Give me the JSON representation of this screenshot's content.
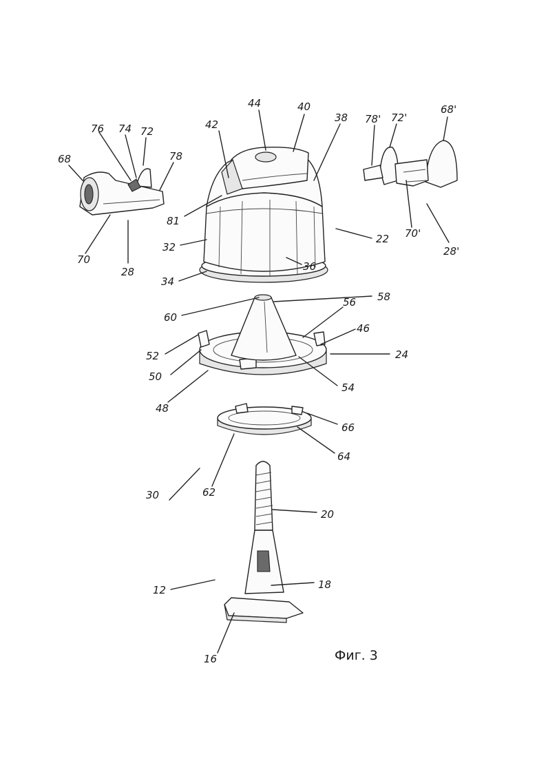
{
  "caption": "Фиг. 3",
  "labels": {
    "l44": "44",
    "l40": "40",
    "l38": "38",
    "l42": "42",
    "l81": "81",
    "l32": "32",
    "l36": "36",
    "l34": "34",
    "l22": "22",
    "l76": "76",
    "l74": "74",
    "l72": "72",
    "l68": "68",
    "l78": "78",
    "l70": "70",
    "l28": "28",
    "l78p": "78'",
    "l72p": "72'",
    "l68p": "68'",
    "l70p": "70'",
    "l28p": "28'",
    "l58": "58",
    "l60": "60",
    "l56": "56",
    "l46": "46",
    "l24": "24",
    "l52": "52",
    "l50": "50",
    "l54": "54",
    "l48": "48",
    "l66": "66",
    "l64": "64",
    "l62": "62",
    "l30": "30",
    "l20": "20",
    "l12": "12",
    "l18": "18",
    "l16": "16"
  }
}
